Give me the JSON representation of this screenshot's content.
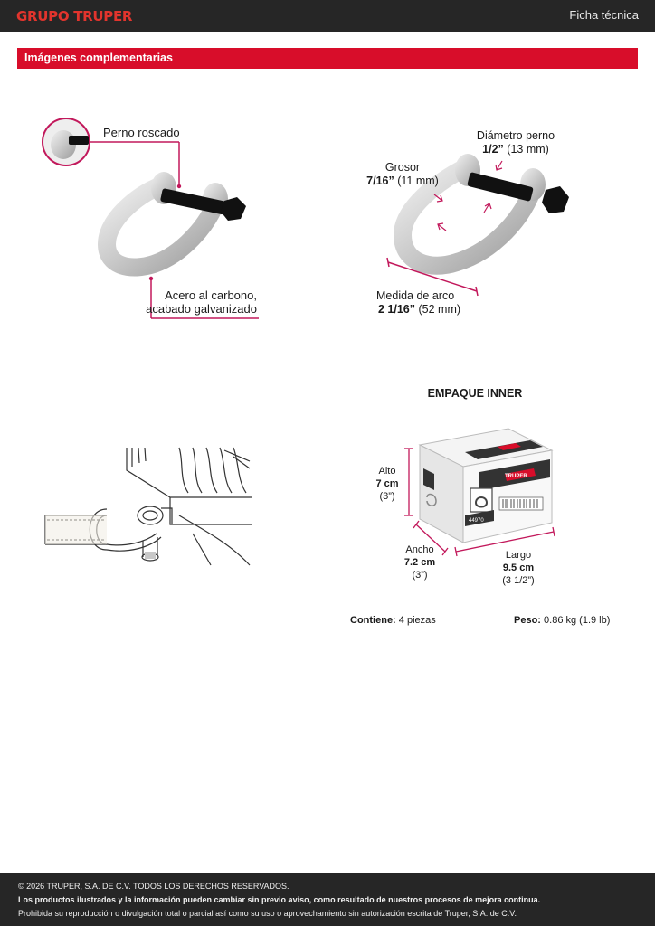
{
  "header": {
    "brand": "GRUPO TRUPER",
    "doc_type": "Ficha técnica"
  },
  "section": {
    "title": "Imágenes complementarias"
  },
  "shackle_left": {
    "label_bolt": "Perno roscado",
    "label_material_1": "Acero al carbono,",
    "label_material_2": "acabado galvanizado"
  },
  "shackle_right": {
    "pin_label": "Diámetro perno",
    "pin_value": "1/2”",
    "pin_value_mm": "(13 mm)",
    "thickness_label": "Grosor",
    "thickness_value": "7/16”",
    "thickness_value_mm": "(11 mm)",
    "arc_label": "Medida de arco",
    "arc_value": "2 1/16”",
    "arc_value_mm": "(52 mm)"
  },
  "package": {
    "title": "EMPAQUE INNER",
    "alto_label": "Alto",
    "alto_value": "7 cm",
    "alto_in": "(3”)",
    "ancho_label": "Ancho",
    "ancho_value": "7.2 cm",
    "ancho_in": "(3”)",
    "largo_label": "Largo",
    "largo_value": "9.5 cm",
    "largo_in": "(3 1/2”)",
    "box_code": "44970",
    "box_brand": "TRUPER",
    "contiene_label": "Contiene:",
    "contiene_value": "4 piezas",
    "peso_label": "Peso:",
    "peso_value": "0.86 kg (1.9 lb)"
  },
  "footer": {
    "line1": "© 2026 TRUPER, S.A. DE C.V. TODOS LOS DERECHOS RESERVADOS.",
    "line2": "Los productos ilustrados y la información pueden cambiar sin previo aviso, como resultado de nuestros procesos de mejora continua.",
    "line3": "Prohibida su reproducción o divulgación total o parcial así como su uso o aprovechamiento sin autorización escrita de Truper, S.A. de C.V."
  },
  "colors": {
    "accent_red": "#d80d2a",
    "brand_red": "#e2342d",
    "dark_bar": "#262626",
    "annotation_magenta": "#c2185b"
  }
}
